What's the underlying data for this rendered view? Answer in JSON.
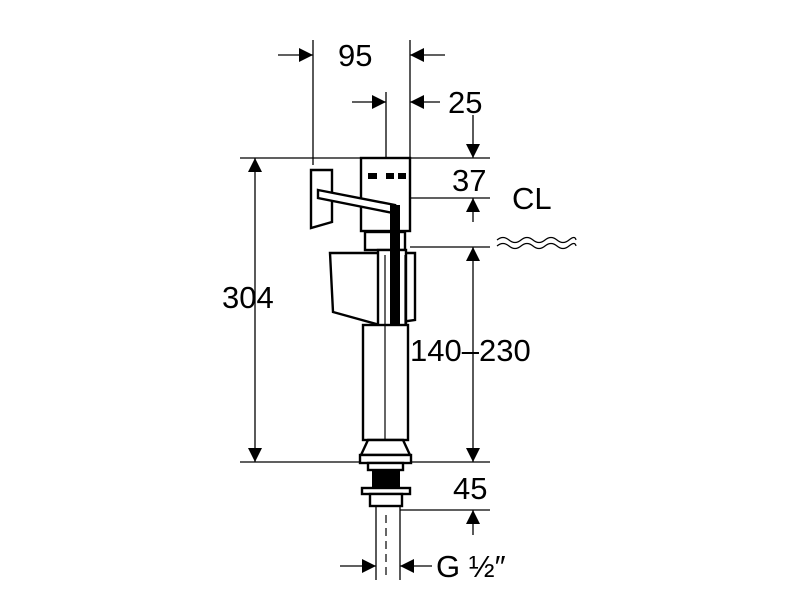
{
  "drawing": {
    "dimensions": {
      "width_top": "95",
      "offset": "25",
      "head_to_cl": "37",
      "cl_label": "CL",
      "total_height": "304",
      "water_level_range": "140–230",
      "thread_length": "45",
      "thread": "G ½″"
    },
    "icons": [
      "water-level-wave-icon",
      "dimension-arrow-icon"
    ],
    "line_color": "#000000",
    "background": "#ffffff"
  }
}
